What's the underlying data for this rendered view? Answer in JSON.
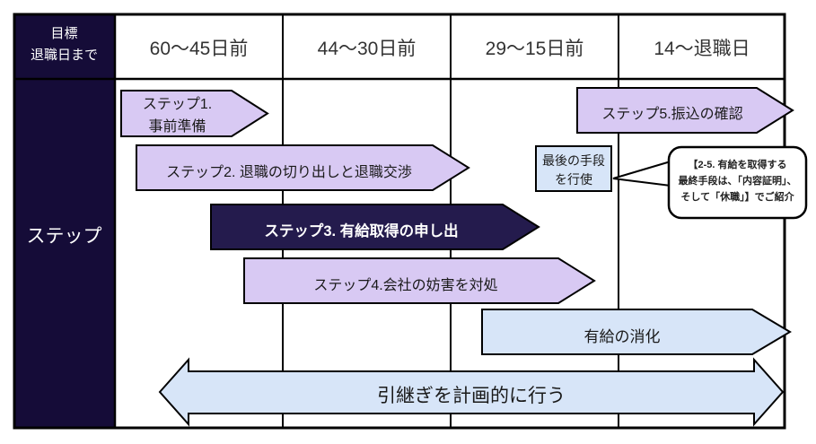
{
  "colors": {
    "navy": "#150c38",
    "dark_arrow": "#241b4d",
    "lavender": "#d8c9f3",
    "light_blue": "#d7e5f8",
    "white": "#ffffff"
  },
  "header": {
    "corner": {
      "line1": "目標",
      "line2": "退職日まで"
    },
    "columns": [
      {
        "label": "60〜45日前"
      },
      {
        "label": "44〜30日前"
      },
      {
        "label": "29〜15日前"
      },
      {
        "label": "14〜退職日"
      }
    ]
  },
  "sidebar": {
    "label": "ステップ"
  },
  "timeline": {
    "step1": {
      "line1": "ステップ1.",
      "line2": "事前準備"
    },
    "step2": {
      "label": "ステップ2. 退職の切り出しと退職交渉"
    },
    "step3": {
      "label": "ステップ3. 有給取得の申し出"
    },
    "step4": {
      "label": "ステップ4.会社の妨害を対処"
    },
    "step5": {
      "label": "ステップ5.振込の確認"
    },
    "last_resort": {
      "line1": "最後の手段",
      "line2": "を行使"
    },
    "callout": {
      "line1": "【2-5. 有給を取得する",
      "line2": "最終手段は、「内容証明」、",
      "line3": "そして「休職」】でご紹介"
    },
    "paid_leave": {
      "label": "有給の消化"
    },
    "handover": {
      "label": "引継ぎを計画的に行う"
    }
  }
}
